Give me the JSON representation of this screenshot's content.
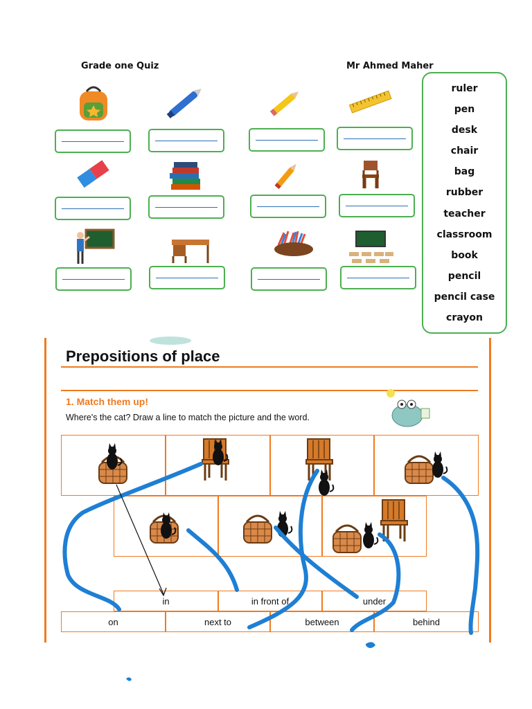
{
  "quiz": {
    "title": "Grade one Quiz",
    "teacher": "Mr Ahmed Maher",
    "pictures": [
      "school-bag",
      "pen",
      "pencil",
      "ruler",
      "rubber",
      "books",
      "pencil",
      "chair",
      "teacher-at-board",
      "desk",
      "pencil-case",
      "classroom"
    ],
    "word_bank": [
      "ruler",
      "pen",
      "desk",
      "chair",
      "bag",
      "rubber",
      "teacher",
      "classroom",
      "book",
      "pencil",
      "pencil case",
      "crayon"
    ]
  },
  "worksheet": {
    "title": "Prepositions of place",
    "subtitle": "1. Match them up!",
    "instruction": "Where's the cat? Draw a line to match the picture and the word.",
    "row1_scenes": [
      "cat-in-basket",
      "cat-on-chair",
      "cat-under-chair",
      "cat-behind-basket"
    ],
    "row2_scenes": [
      "cat-in-front-of-basket",
      "cat-next-to-basket",
      "cat-between-basket-and-chair"
    ],
    "words_row1": [
      "in",
      "in front of",
      "under"
    ],
    "words_row2": [
      "on",
      "next to",
      "between",
      "behind"
    ]
  },
  "colors": {
    "accent": "#f07a1f",
    "box_border": "#4caf50",
    "pen_ink": "#1e7fd4"
  }
}
